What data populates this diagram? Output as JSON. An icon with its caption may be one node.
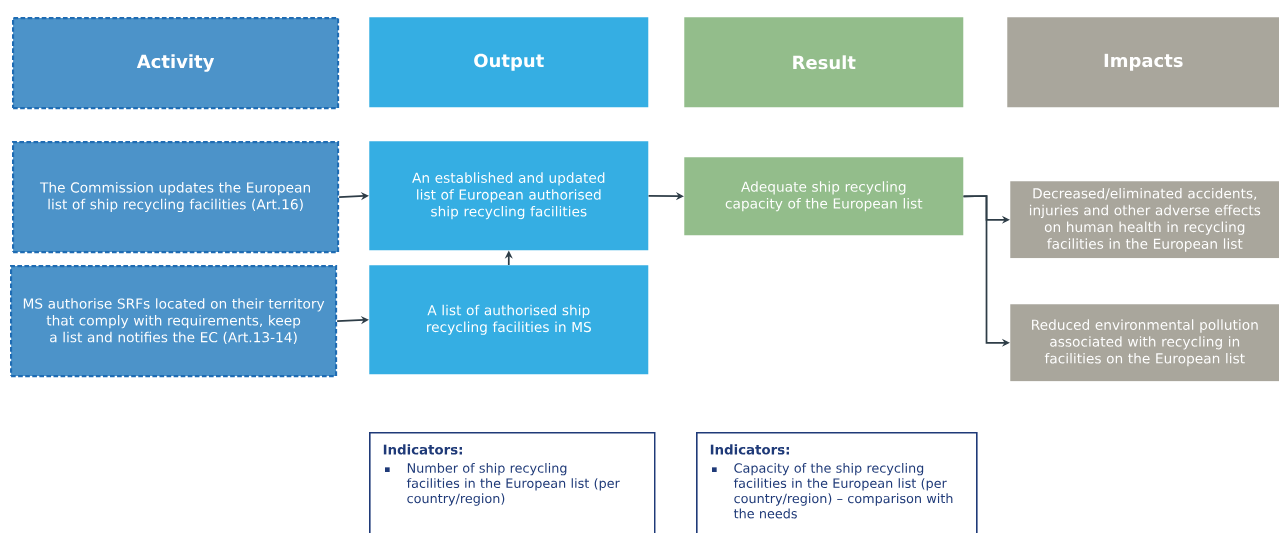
{
  "diagram": {
    "nodes": [
      {
        "text": [
          "Activity"
        ]
      },
      {
        "text": [
          "Output"
        ]
      },
      {
        "text": [
          "Result"
        ]
      },
      {
        "text": [
          "Impacts"
        ]
      },
      {
        "text": [
          "The Commission updates the European list of ship recycling facilities (Art.16)"
        ]
      },
      {
        "text": [
          "MS authorise SRFs located on their territory that comply with requirements, keep a list and notifies the EC (Art.13-14)"
        ]
      },
      {
        "text": [
          "An established and updated list of European authorised ship recycling facilities"
        ]
      },
      {
        "text": [
          "A list of authorised ship recycling facilities in MS"
        ]
      },
      {
        "text": [
          "Adequate ship recycling capacity of the European list"
        ]
      },
      {
        "text": [
          "Decreased/eliminated accidents, injuries and other adverse effects on human health in recycling facilities in the European list"
        ]
      },
      {
        "text": [
          "Reduced environmental pollution associated with recycling in facilities on the European list"
        ]
      },
      {
        "text": [
          "Indicators:",
          "Number of ship recycling facilities in the European list (per country/region)"
        ]
      },
      {
        "text": [
          "Indicators:",
          "Capacity of the ship recycling facilities in the European list (per country/region) – comparison with the needs"
        ]
      }
    ],
    "edges": [
      {
        "from": 4,
        "to": 6,
        "arrow": "to"
      },
      {
        "from": 5,
        "to": 7,
        "arrow": "to"
      },
      {
        "from": 7,
        "to": 6,
        "arrow": "to"
      },
      {
        "from": 6,
        "to": 8,
        "arrow": "to"
      },
      {
        "from": 8,
        "to": 9,
        "arrow": "to"
      },
      {
        "from": 8,
        "to": 10,
        "arrow": "to"
      }
    ]
  }
}
